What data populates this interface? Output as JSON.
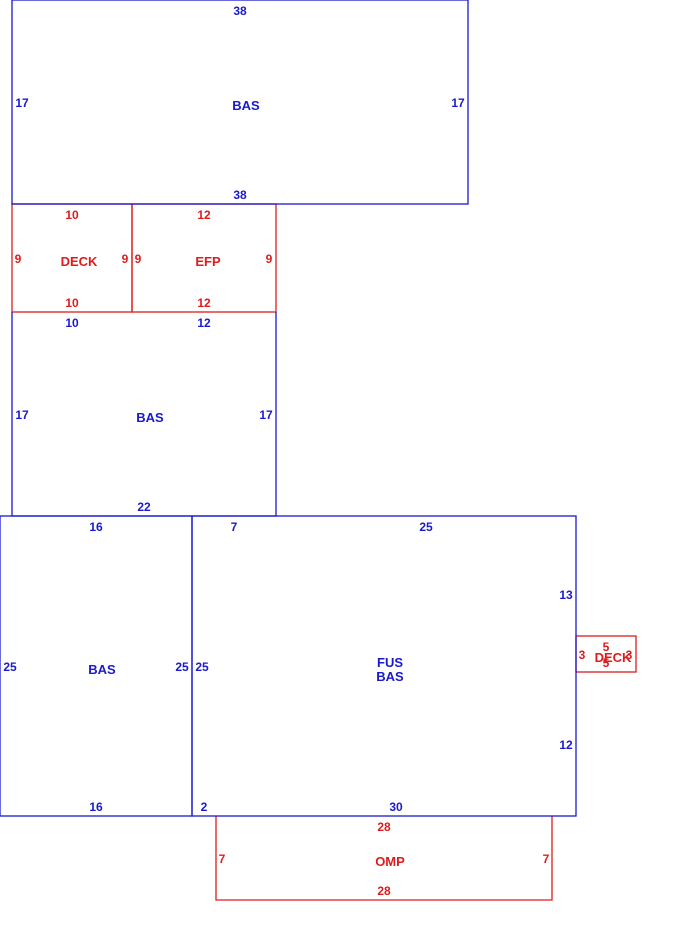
{
  "colors": {
    "living": "#1a1acc",
    "exterior": "#dd1c1c"
  },
  "rooms": {
    "bas_top": {
      "label": "BAS",
      "top": "38",
      "bottom": "38",
      "left": "17",
      "right": "17"
    },
    "deck_left": {
      "label": "DECK",
      "top": "10",
      "bottom": "10",
      "left": "9",
      "right": "9"
    },
    "efp": {
      "label": "EFP",
      "top": "12",
      "bottom": "12",
      "left": "9",
      "right": "9"
    },
    "bas_mid": {
      "label": "BAS",
      "top_a": "10",
      "top_b": "12",
      "bottom": "22",
      "left": "17",
      "right": "17"
    },
    "bas_low": {
      "label": "BAS",
      "top": "16",
      "bottom": "16",
      "left": "25",
      "right": "25"
    },
    "fus_bas": {
      "label_1": "FUS",
      "label_2": "BAS",
      "top_a": "7",
      "top_b": "25",
      "left": "25",
      "right_a": "13",
      "right_b": "12",
      "bottom_a": "2",
      "bottom_b": "30"
    },
    "deck_small": {
      "label": "DECK",
      "left": "3",
      "top": "5",
      "mid": "5",
      "right": "3"
    },
    "omp": {
      "label": "OMP",
      "top": "28",
      "bottom": "28",
      "left": "7",
      "right": "7"
    }
  }
}
